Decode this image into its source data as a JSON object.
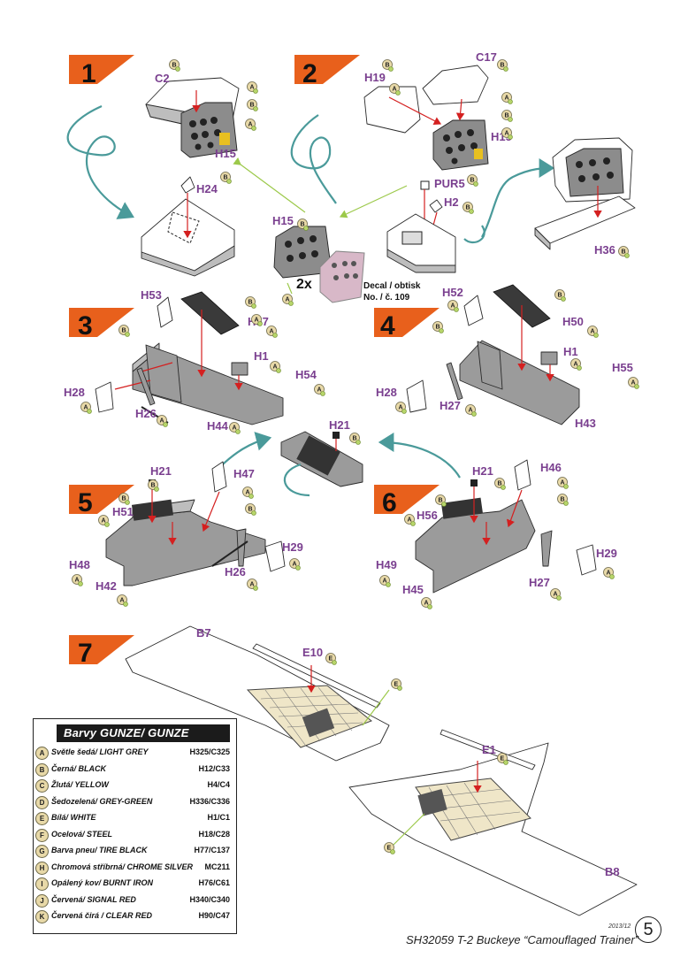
{
  "steps": [
    "1",
    "2",
    "3",
    "4",
    "5",
    "6",
    "7"
  ],
  "parts": {
    "C2": "C2",
    "H15": "H15",
    "H24": "H24",
    "H19": "H19",
    "C17": "C17",
    "PUR5": "PUR5",
    "H2": "H2",
    "H36": "H36",
    "H53": "H53",
    "H57": "H57",
    "H1": "H1",
    "H54": "H54",
    "H28": "H28",
    "H26": "H26",
    "H44": "H44",
    "H52": "H52",
    "H50": "H50",
    "H55": "H55",
    "H27": "H27",
    "H43": "H43",
    "H21": "H21",
    "H47": "H47",
    "H51": "H51",
    "H48": "H48",
    "H42": "H42",
    "H29": "H29",
    "H46": "H46",
    "H56": "H56",
    "H49": "H49",
    "H45": "H45",
    "B7": "B7",
    "E10": "E10",
    "E1": "E1",
    "B8": "B8"
  },
  "center": {
    "multiplier": "2x",
    "decal_line1": "Decal / obtisk",
    "decal_line2": "No. / č. 109"
  },
  "badge_letters": {
    "a": "A",
    "b": "B",
    "e": "E"
  },
  "legend": {
    "title": "Barvy GUNZE/ GUNZE Colour No.",
    "rows": [
      {
        "letter": "A",
        "name": "Světle šedá/ LIGHT GREY",
        "code": "H325/C325"
      },
      {
        "letter": "B",
        "name": "Černá/ BLACK",
        "code": "H12/C33"
      },
      {
        "letter": "C",
        "name": "Žlutá/ YELLOW",
        "code": "H4/C4"
      },
      {
        "letter": "D",
        "name": "Šedozelená/ GREY-GREEN",
        "code": "H336/C336"
      },
      {
        "letter": "E",
        "name": "Bílá/ WHITE",
        "code": "H1/C1"
      },
      {
        "letter": "F",
        "name": "Ocelová/ STEEL",
        "code": "H18/C28"
      },
      {
        "letter": "G",
        "name": "Barva pneu/ TIRE BLACK",
        "code": "H77/C137"
      },
      {
        "letter": "H",
        "name": "Chromová stříbrná/ CHROME SILVER",
        "code": "MC211"
      },
      {
        "letter": "I",
        "name": "Opálený kov/ BURNT IRON",
        "code": "H76/C61"
      },
      {
        "letter": "J",
        "name": "Červená/ SIGNAL RED",
        "code": "H340/C340"
      },
      {
        "letter": "K",
        "name": "Červená čirá / CLEAR RED",
        "code": "H90/C47"
      }
    ]
  },
  "footer": {
    "title": "SH32059 T-2 Buckeye “Camouflaged Trainer”",
    "date": "2013/12",
    "page": "5"
  },
  "colors": {
    "step_flag": "#e8601c",
    "part_label": "#7a3f8f",
    "paint_badge": "#e8d9a8",
    "leader_red": "#d42020",
    "leader_green": "#9cc94a",
    "arrow_teal": "#4a9a9a",
    "part_gray": "#9b9b9b"
  }
}
